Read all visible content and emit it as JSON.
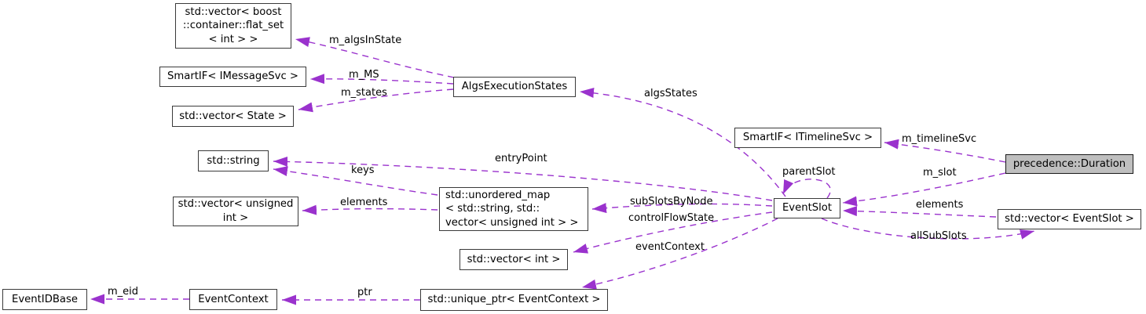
{
  "colors": {
    "edge": "#9a32cd",
    "node_border": "#3a3a3a",
    "node_fill": "#ffffff",
    "highlight_fill": "#bfbfbf",
    "text": "#000000",
    "background": "#ffffff"
  },
  "nodes": {
    "flat_set": {
      "label": "std::vector< boost\n::container::flat_set\n< int > >"
    },
    "smartif_imessagesvc": {
      "label": "SmartIF< IMessageSvc >"
    },
    "vector_state": {
      "label": "std::vector< State >"
    },
    "algs_execution_states": {
      "label": "AlgsExecutionStates"
    },
    "std_string": {
      "label": "std::string"
    },
    "vector_unsigned_int": {
      "label": "std::vector< unsigned\nint >"
    },
    "unordered_map": {
      "label": "std::unordered_map\n< std::string, std::\nvector< unsigned int > >"
    },
    "vector_int": {
      "label": "std::vector< int >"
    },
    "unique_ptr_eventcontext": {
      "label": "std::unique_ptr< EventContext >"
    },
    "event_context": {
      "label": "EventContext"
    },
    "event_id_base": {
      "label": "EventIDBase"
    },
    "smartif_itimelinesvc": {
      "label": "SmartIF< ITimelineSvc >"
    },
    "event_slot": {
      "label": "EventSlot"
    },
    "precedence_duration": {
      "label": "precedence::Duration",
      "highlighted": true
    },
    "vector_eventslot": {
      "label": "std::vector< EventSlot >"
    }
  },
  "edge_labels": {
    "m_algsInState": "m_algsInState",
    "m_MS": "m_MS",
    "m_states": "m_states",
    "algsStates": "algsStates",
    "entryPoint": "entryPoint",
    "keys": "keys",
    "elements_left": "elements",
    "subSlotsByNode": "subSlotsByNode",
    "controlFlowState": "controlFlowState",
    "eventContext": "eventContext",
    "parentSlot": "parentSlot",
    "m_timelineSvc": "m_timelineSvc",
    "m_slot": "m_slot",
    "elements_right": "elements",
    "allSubSlots": "allSubSlots",
    "m_eid": "m_eid",
    "ptr": "ptr"
  }
}
